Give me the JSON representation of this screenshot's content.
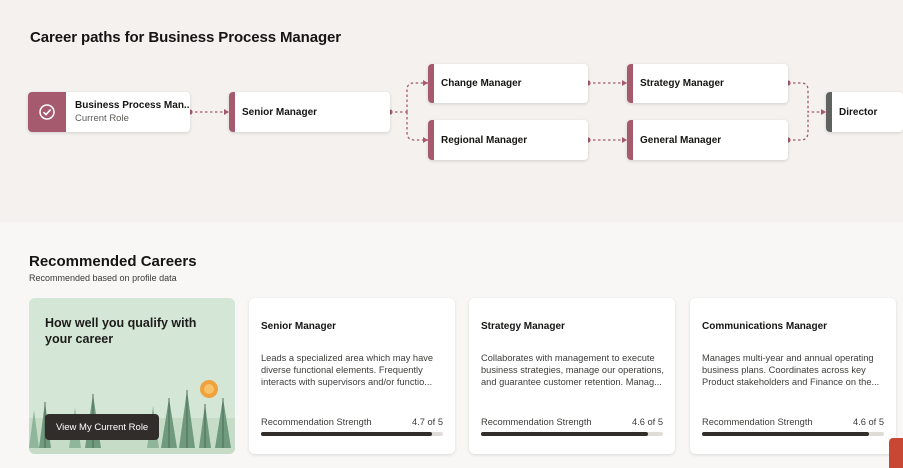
{
  "career_paths": {
    "title": "Career paths for Business Process Manager",
    "current": {
      "name": "Business Process Man...",
      "label": "Current Role"
    },
    "nodes": {
      "senior": "Senior Manager",
      "change": "Change Manager",
      "regional": "Regional Manager",
      "strategy": "Strategy Manager",
      "general": "General Manager",
      "director": "Director"
    }
  },
  "recommended": {
    "title": "Recommended Careers",
    "subtitle": "Recommended based on profile data",
    "qualify": {
      "text": "How well you qualify with your career",
      "button": "View My Current Role"
    },
    "cards": [
      {
        "title": "Senior Manager",
        "description": "Leads a specialized area which may have diverse functional elements. Frequently interacts with supervisors and/or functio...",
        "strength_label": "Recommendation Strength",
        "strength_value": "4.7 of 5",
        "strength_fraction": 0.94
      },
      {
        "title": "Strategy Manager",
        "description": "Collaborates with management to execute business strategies, manage our operations, and guarantee customer retention. Manag...",
        "strength_label": "Recommendation Strength",
        "strength_value": "4.6 of 5",
        "strength_fraction": 0.92
      },
      {
        "title": "Communications Manager",
        "description": "Manages multi-year and annual operating business plans. Coordinates across key Product stakeholders and Finance on the...",
        "strength_label": "Recommendation Strength",
        "strength_value": "4.6 of 5",
        "strength_fraction": 0.92
      }
    ]
  },
  "colors": {
    "accent": "#a55a6d",
    "neutral": "#5f6260",
    "dark_button": "#312d2a",
    "chat": "#c74634"
  },
  "icons": {
    "current": "check-circle-icon",
    "chat": "chat-icon"
  }
}
